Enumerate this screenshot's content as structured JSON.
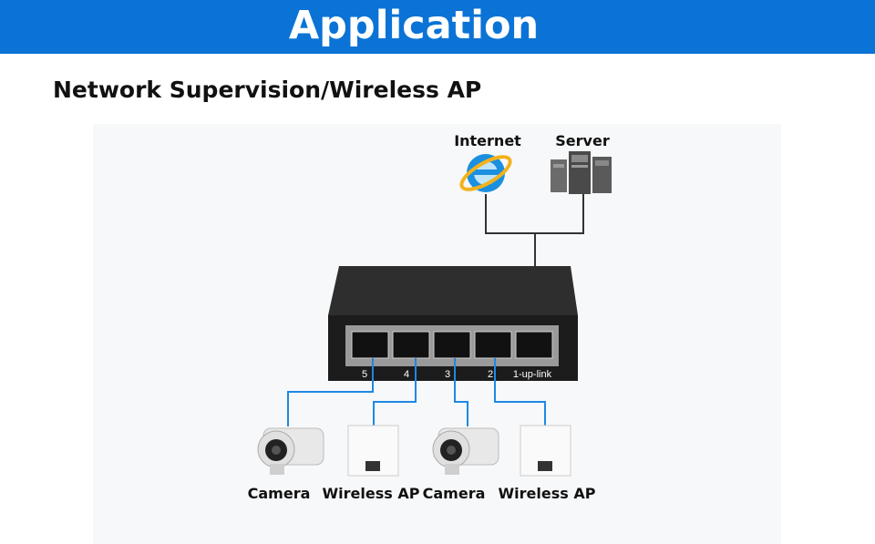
{
  "header": {
    "title": "Application",
    "accent": "#0b73d6"
  },
  "section": {
    "title": "Network Supervision/Wireless AP"
  },
  "diagram": {
    "top_nodes": [
      {
        "label": "Internet",
        "icon": "internet-explorer-icon"
      },
      {
        "label": "Server",
        "icon": "server-tower-icon"
      }
    ],
    "switch": {
      "ports": [
        "5",
        "4",
        "3",
        "2",
        "1-up-link"
      ],
      "body_color": "#1c1c1c"
    },
    "devices": [
      {
        "label": "Camera",
        "icon": "bullet-camera-icon",
        "port": "5"
      },
      {
        "label": "Wireless AP",
        "icon": "wall-access-point-icon",
        "port": "4"
      },
      {
        "label": "Camera",
        "icon": "bullet-camera-icon",
        "port": "3"
      },
      {
        "label": "Wireless AP",
        "icon": "wall-access-point-icon",
        "port": "2"
      }
    ],
    "colors": {
      "uplink_line": "#333333",
      "device_line": "#1e88e5"
    }
  }
}
